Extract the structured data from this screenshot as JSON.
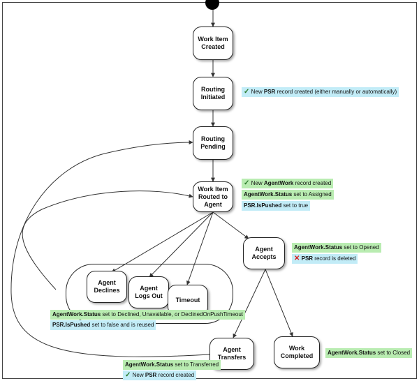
{
  "nodes": {
    "work_item_created": "Work Item\nCreated",
    "routing_initiated": "Routing\nInitiated",
    "routing_pending": "Routing\nPending",
    "work_item_routed": "Work Item\nRouted to\nAgent",
    "agent_accepts": "Agent\nAccepts",
    "agent_declines": "Agent\nDeclines",
    "agent_logs_out": "Agent\nLogs Out",
    "timeout": "Timeout",
    "agent_transfers": "Agent\nTransfers",
    "work_completed": "Work\nCompleted"
  },
  "notes": {
    "initiated": {
      "pre": "New ",
      "bold": "PSR",
      "post": " record created (either manually or automatically)"
    },
    "routed_1": {
      "pre": "New ",
      "bold": "AgentWork",
      "post": " record created"
    },
    "routed_2": {
      "bold": "AgentWork.Status",
      "post": " set to Assigned"
    },
    "routed_3": {
      "bold": "PSR.IsPushed",
      "post": " set to true"
    },
    "accepts_1": {
      "bold": "AgentWork.Status",
      "post": " set to Opened"
    },
    "accepts_2": {
      "bold": "PSR",
      "post": " record is deleted"
    },
    "declined_1": {
      "bold": "AgentWork.Status",
      "post": " set to Declined, Unavailable, or DeclinedOnPushTimeout"
    },
    "declined_2": {
      "bold": "PSR.IsPushed",
      "post": " set to false and is reused"
    },
    "transfers_1": {
      "bold": "AgentWork.Status",
      "post": " set to Transferred"
    },
    "transfers_2": {
      "pre": "New ",
      "bold": "PSR",
      "post": " record created"
    },
    "completed_1": {
      "bold": "AgentWork.Status",
      "post": " set to Closed"
    }
  },
  "colors": {
    "green_note": "#b9ecb1",
    "blue_note": "#c2ecf7",
    "check": "#2a7a2a",
    "cross": "#d62020"
  },
  "icons": {
    "check": "✓",
    "cross": "✕"
  }
}
